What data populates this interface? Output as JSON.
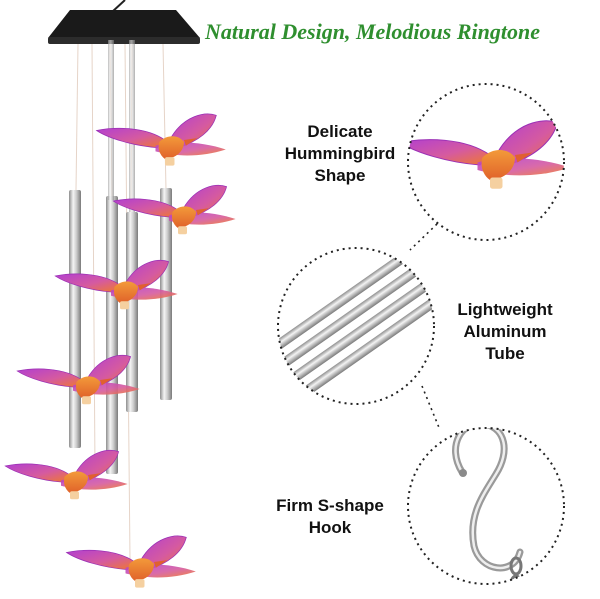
{
  "headline": "Natural Design, Melodious Ringtone",
  "features": [
    {
      "name": "hummingbird",
      "lines": [
        "Delicate",
        "Hummingbird",
        "Shape"
      ]
    },
    {
      "name": "tube",
      "lines": [
        "Lightweight",
        "Aluminum",
        "Tube"
      ]
    },
    {
      "name": "hook",
      "lines": [
        "Firm S-shape",
        "Hook"
      ]
    }
  ],
  "colors": {
    "headline": "#2f8f2f",
    "purple": "#a23cc4",
    "orange": "#f07a2a",
    "tube": "#c8c8c8",
    "cap": "#1a1a1a"
  }
}
